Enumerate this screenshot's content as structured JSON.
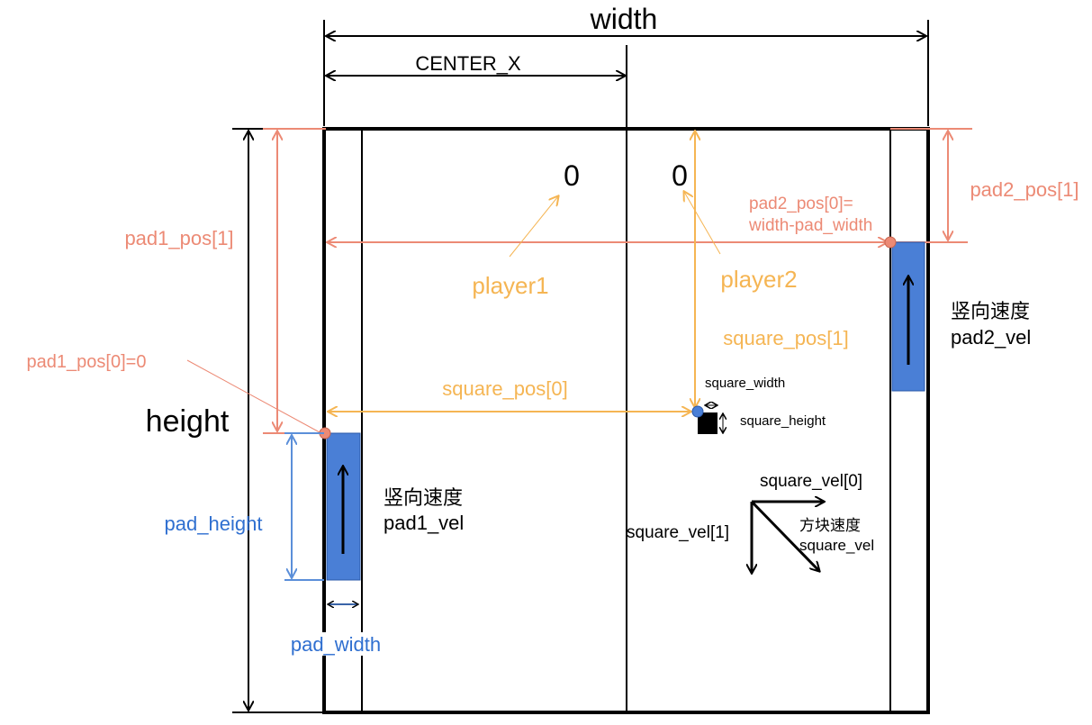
{
  "labels": {
    "width": "width",
    "center_x": "CENTER_X",
    "height": "height",
    "pad1_pos_1": "pad1_pos[1]",
    "pad1_pos_0": "pad1_pos[0]=0",
    "pad2_pos_1": "pad2_pos[1]",
    "pad2_pos_0_line1": "pad2_pos[0]=",
    "pad2_pos_0_line2": "width-pad_width",
    "player1": "player1",
    "player2": "player2",
    "square_pos_0": "square_pos[0]",
    "square_pos_1": "square_pos[1]",
    "square_width": "square_width",
    "square_height": "square_height",
    "square_vel_0": "square_vel[0]",
    "square_vel_1": "square_vel[1]",
    "square_vel_cn": "方块速度",
    "square_vel": "square_vel",
    "pad_height": "pad_height",
    "pad_width": "pad_width",
    "vertical_speed_1": "竖向速度",
    "pad1_vel": "pad1_vel",
    "vertical_speed_2": "竖向速度",
    "pad2_vel": "pad2_vel"
  },
  "scores": {
    "player1": "0",
    "player2": "0"
  },
  "colors": {
    "black": "#000000",
    "salmon": "#ec8a75",
    "orange": "#f5b553",
    "blue": "#2f6fd0",
    "pad_fill": "#4a7fd6",
    "pad_stroke": "#2a58a8"
  }
}
